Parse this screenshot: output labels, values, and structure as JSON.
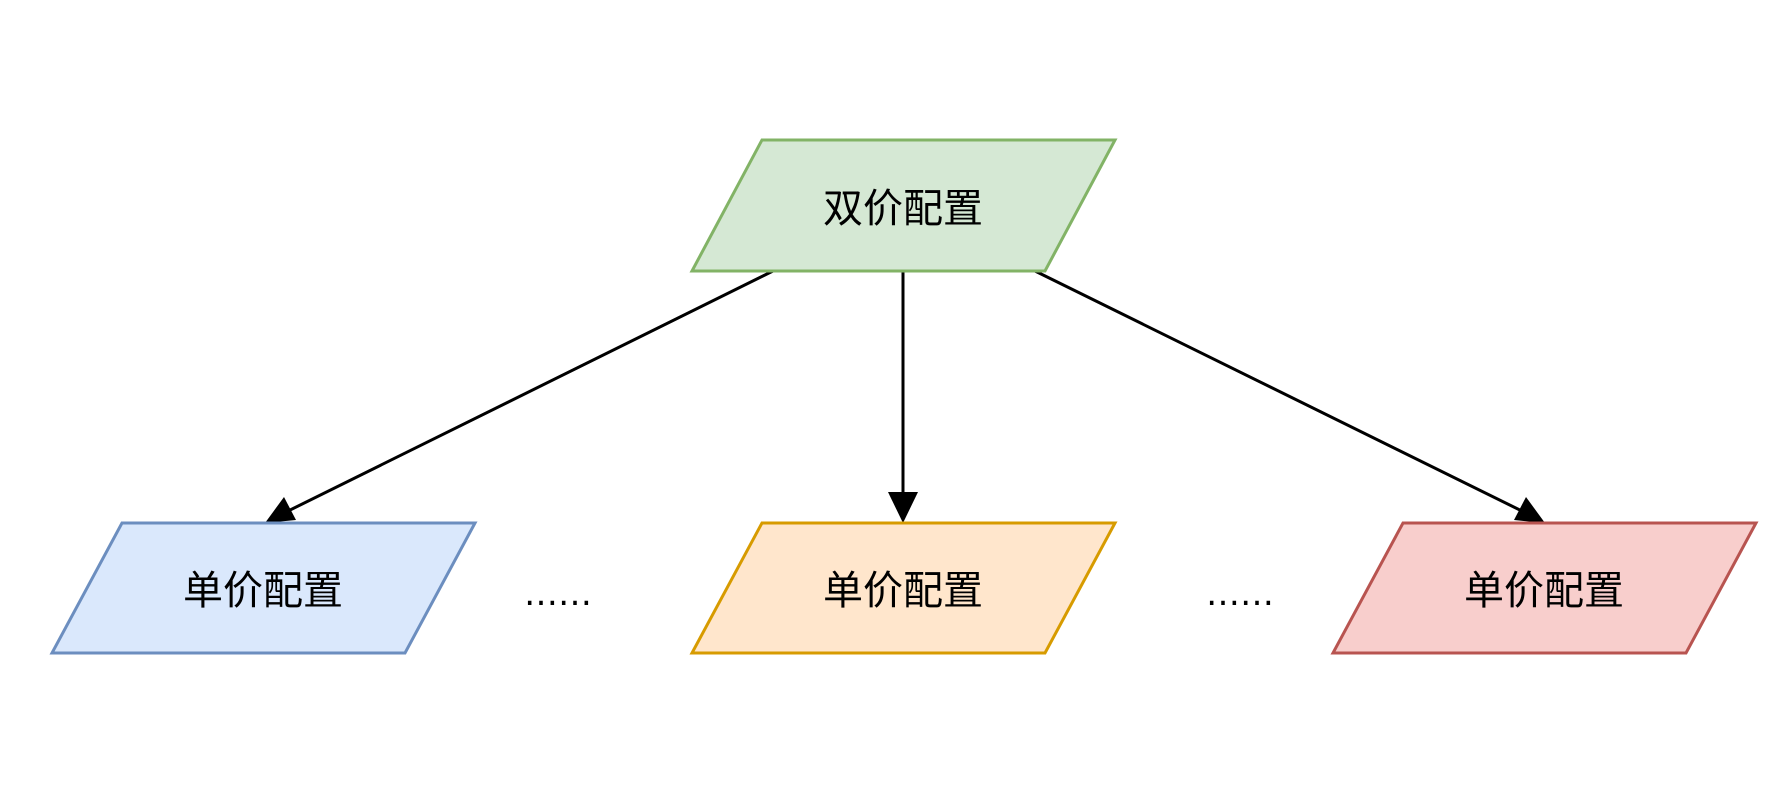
{
  "nodes": {
    "top": {
      "label": "双价配置",
      "fill": "#d5e8d4",
      "stroke": "#82b366"
    },
    "left": {
      "label": "单价配置",
      "fill": "#dae8fc",
      "stroke": "#6c8ebf"
    },
    "center": {
      "label": "单价配置",
      "fill": "#ffe6cc",
      "stroke": "#d79b00"
    },
    "right": {
      "label": "单价配置",
      "fill": "#f8cecc",
      "stroke": "#b85450"
    }
  },
  "ellipses": {
    "left": "……",
    "right": "……"
  },
  "edges": [
    {
      "from": "top",
      "to": "left"
    },
    {
      "from": "top",
      "to": "center"
    },
    {
      "from": "top",
      "to": "right"
    }
  ]
}
